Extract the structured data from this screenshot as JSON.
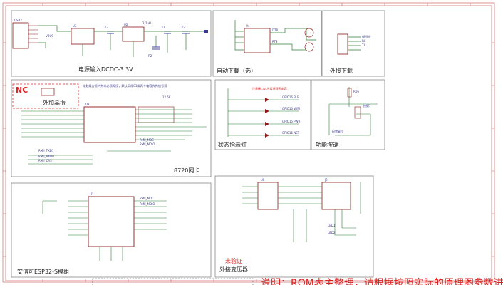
{
  "blocks": {
    "power": {
      "title": "电源输入DCDC-3.3V"
    },
    "auto_download": {
      "title": "自动下载（选）"
    },
    "ext_download": {
      "title": "外接下载"
    },
    "eth8720": {
      "title": "8720网卡",
      "nc_label": "NC",
      "crystal_label": "外加晶振",
      "note": "未划线方框内为非必须焊接，默认采用83脚两个电容作为信号源"
    },
    "status_led": {
      "title": "状态指示灯",
      "note": "注意接口ok先看原理图电容"
    },
    "func_key": {
      "title": "功能按键"
    },
    "esp32": {
      "title": "安信可ESP32-S模组"
    },
    "transformer": {
      "title": "外接变压器",
      "note": "未验证"
    }
  },
  "bottom_note": "说明：ROM表主整理，请根据按照实际的原理图参数进行焊接",
  "colors": {
    "block_border": "#888888",
    "wire": "#2e7d32",
    "dashed": "#d62a2a",
    "note": "#d22222"
  }
}
